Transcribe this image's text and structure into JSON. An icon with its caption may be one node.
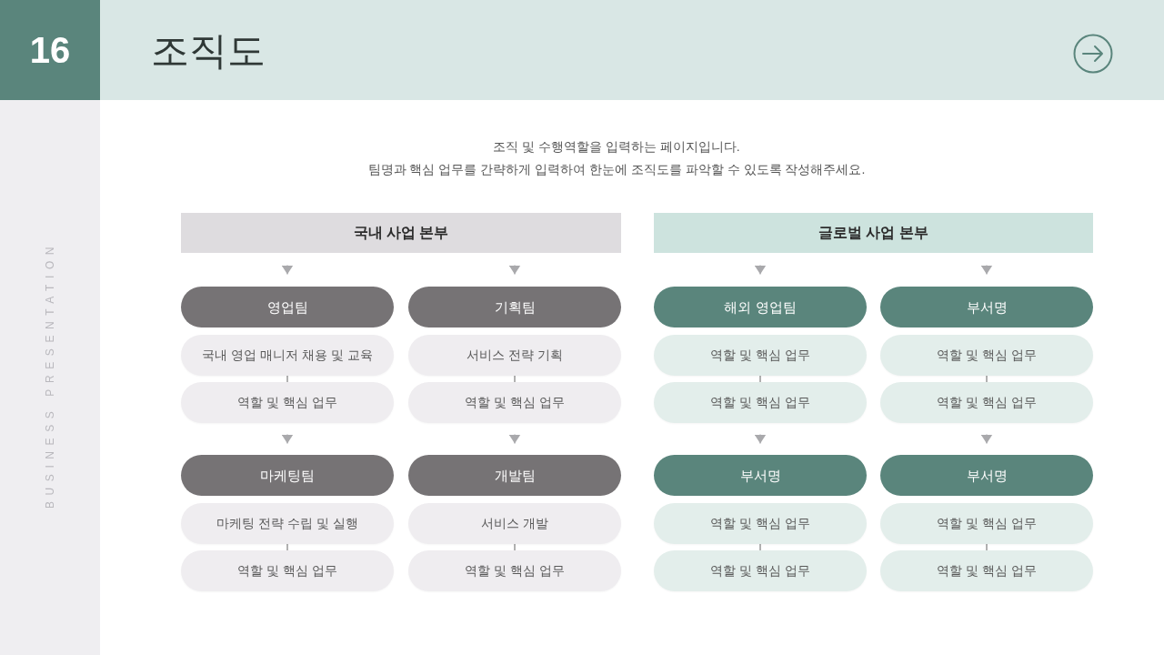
{
  "diagram": {
    "title": "조직도",
    "nodes": [
      {
        "text": [
          "국내 사업 본부"
        ]
      },
      {
        "text": [
          "영업팀"
        ]
      },
      {
        "text": [
          "국내 영업 매니저 채용 및 교육"
        ]
      },
      {
        "text": [
          "역할 및 핵심 업무"
        ]
      },
      {
        "text": [
          "기획팀"
        ]
      },
      {
        "text": [
          "서비스 전략 기획"
        ]
      },
      {
        "text": [
          "역할 및 핵심 업무"
        ]
      },
      {
        "text": [
          "마케팅팀"
        ]
      },
      {
        "text": [
          "마케팅 전략 수립 및 실행"
        ]
      },
      {
        "text": [
          "역할 및 핵심 업무"
        ]
      },
      {
        "text": [
          "개발팀"
        ]
      },
      {
        "text": [
          "서비스 개발"
        ]
      },
      {
        "text": [
          "역할 및 핵심 업무"
        ]
      },
      {
        "text": [
          "글로벌 사업 본부"
        ]
      },
      {
        "text": [
          "해외 영업팀"
        ]
      },
      {
        "text": [
          "역할 및 핵심 업무"
        ]
      },
      {
        "text": [
          "역할 및 핵심 업무"
        ]
      },
      {
        "text": [
          "부서명"
        ]
      },
      {
        "text": [
          "역할 및 핵심 업무"
        ]
      },
      {
        "text": [
          "역할 및 핵심 업무"
        ]
      },
      {
        "text": [
          "부서명"
        ]
      },
      {
        "text": [
          "역할 및 핵심 업무"
        ]
      },
      {
        "text": [
          "역할 및 핵심 업무"
        ]
      },
      {
        "text": [
          "부서명"
        ]
      },
      {
        "text": [
          "역할 및 핵심 업무"
        ]
      },
      {
        "text": [
          "역할 및 핵심 업무"
        ]
      }
    ],
    "edges": [
      {
        "from": 0,
        "to": 1,
        "arrow": "to"
      },
      {
        "from": 0,
        "to": 4,
        "arrow": "to"
      },
      {
        "from": 2,
        "to": 3,
        "arrow": "none"
      },
      {
        "from": 5,
        "to": 6,
        "arrow": "none"
      },
      {
        "from": 3,
        "to": 7,
        "arrow": "to"
      },
      {
        "from": 6,
        "to": 10,
        "arrow": "to"
      },
      {
        "from": 8,
        "to": 9,
        "arrow": "none"
      },
      {
        "from": 11,
        "to": 12,
        "arrow": "none"
      },
      {
        "from": 13,
        "to": 14,
        "arrow": "to"
      },
      {
        "from": 13,
        "to": 17,
        "arrow": "to"
      },
      {
        "from": 15,
        "to": 16,
        "arrow": "none"
      },
      {
        "from": 18,
        "to": 19,
        "arrow": "none"
      },
      {
        "from": 16,
        "to": 20,
        "arrow": "to"
      },
      {
        "from": 19,
        "to": 23,
        "arrow": "to"
      },
      {
        "from": 21,
        "to": 22,
        "arrow": "none"
      },
      {
        "from": 24,
        "to": 25,
        "arrow": "none"
      }
    ],
    "labels": [
      "16",
      "BUSINESS PRESENTATION",
      "조직 및 수행역할을 입력하는 페이지입니다.",
      "팀명과 핵심 업무를 간략하게 입력하여 한눈에 조직도를 파악할 수 있도록 작성해주세요."
    ]
  }
}
